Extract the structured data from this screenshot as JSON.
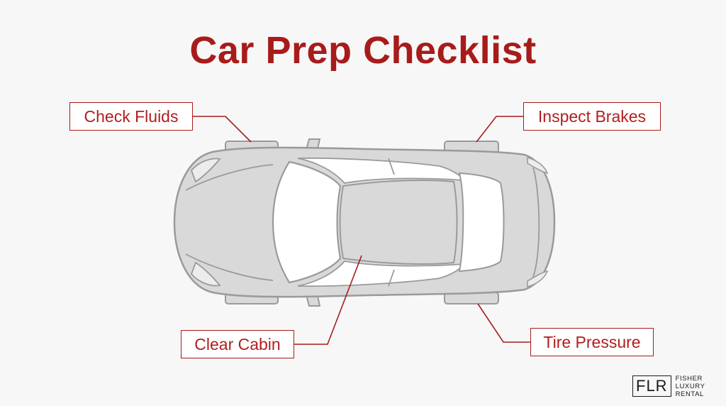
{
  "title": "Car Prep Checklist",
  "labels": {
    "check_fluids": "Check Fluids",
    "inspect_brakes": "Inspect Brakes",
    "clear_cabin": "Clear Cabin",
    "tire_pressure": "Tire Pressure"
  },
  "logo": {
    "mark": "FLR",
    "line1": "FISHER",
    "line2": "LUXURY",
    "line3": "RENTAL"
  },
  "colors": {
    "accent": "#a81b1b",
    "car_fill": "#d9d9d9",
    "car_stroke": "#9a9a9a",
    "background": "#f7f7f7"
  }
}
